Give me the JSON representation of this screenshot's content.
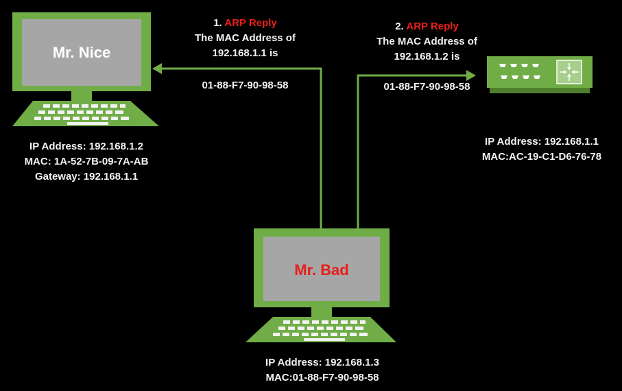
{
  "colors": {
    "device_green": "#71ad47",
    "device_green_dark": "#4f7f2c",
    "screen_gray": "#a6a6a6",
    "accent_red": "#e8201a",
    "background": "#000000"
  },
  "devices": {
    "mr_nice": {
      "name": "Mr. Nice",
      "ip": "IP Address: 192.168.1.2",
      "mac": "MAC: 1A-52-7B-09-7A-AB",
      "gateway": "Gateway: 192.168.1.1"
    },
    "mr_bad": {
      "name": "Mr. Bad",
      "ip": "IP Address: 192.168.1.3",
      "mac": "MAC:01-88-F7-90-98-58"
    },
    "router": {
      "icon": "router-switch-icon",
      "ip": "IP Address: 192.168.1.1",
      "mac": "MAC:AC-19-C1-D6-76-78"
    }
  },
  "messages": [
    {
      "number": "1.",
      "title": "ARP Reply",
      "line1": "The  MAC Address of",
      "line2": "192.168.1.1 is",
      "value": "01-88-F7-90-98-58"
    },
    {
      "number": "2.",
      "title": "ARP Reply",
      "line1": "The  MAC Address of",
      "line2": "192.168.1.2 is",
      "value": "01-88-F7-90-98-58"
    }
  ]
}
